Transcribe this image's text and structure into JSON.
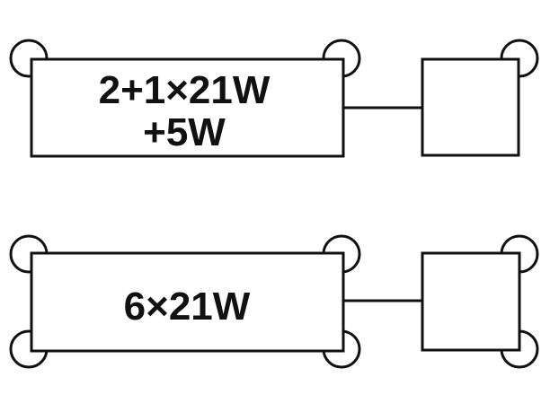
{
  "diagram": {
    "units": [
      {
        "load_text_line1": "2+1×21W",
        "load_text_line2": "+5W"
      },
      {
        "load_text_line1": "6×21W"
      }
    ]
  },
  "colors": {
    "ink": "#111111",
    "background": "#ffffff"
  }
}
